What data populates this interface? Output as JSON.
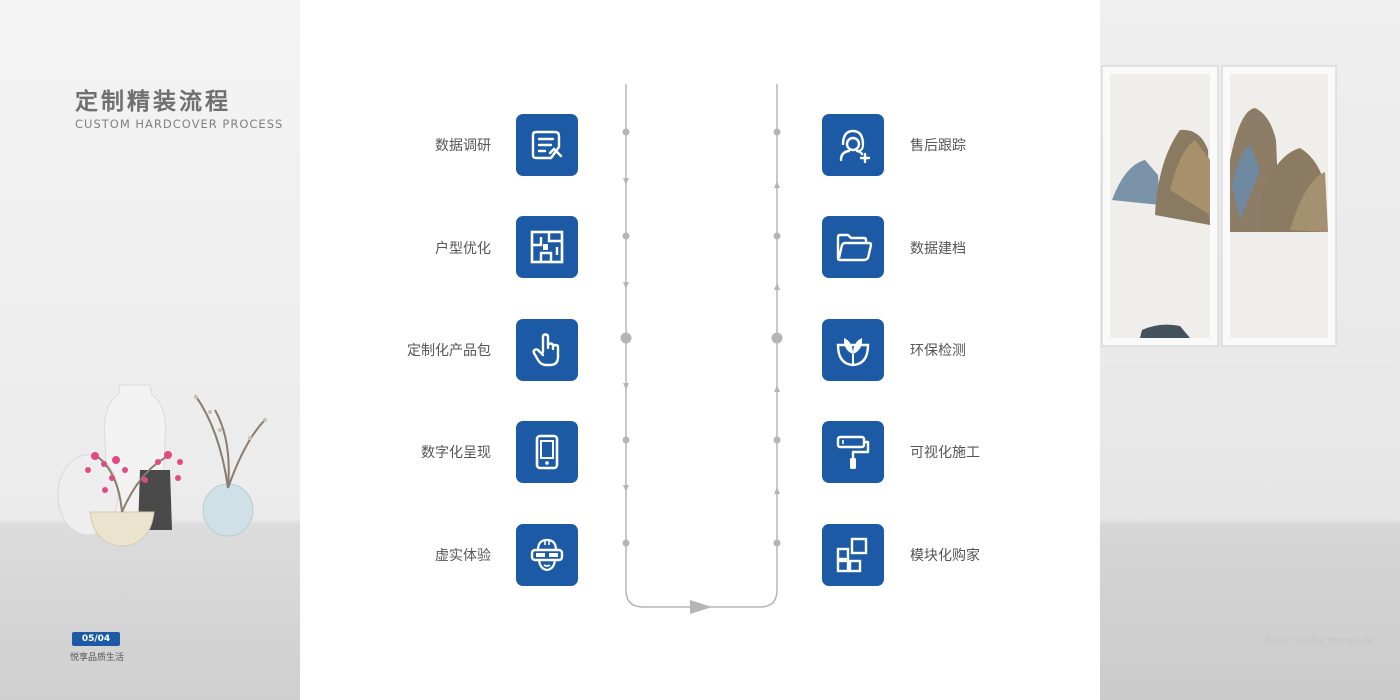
{
  "header": {
    "title_cn": "定制精装流程",
    "title_en": "CUSTOM HARDCOVER PROCESS"
  },
  "footer": {
    "page_badge": "05/04",
    "slogan": "悦享品质生活",
    "right_slogan": "Enjoy Quality Home Life"
  },
  "flow": {
    "left_steps": [
      {
        "label": "数据调研",
        "icon": "survey-document-icon"
      },
      {
        "label": "户型优化",
        "icon": "floor-plan-icon"
      },
      {
        "label": "定制化产品包",
        "icon": "hand-pointer-icon"
      },
      {
        "label": "数字化呈现",
        "icon": "tablet-icon"
      },
      {
        "label": "虚实体验",
        "icon": "vr-headset-icon"
      }
    ],
    "right_steps": [
      {
        "label": "售后跟踪",
        "icon": "customer-service-icon"
      },
      {
        "label": "数据建档",
        "icon": "folder-icon"
      },
      {
        "label": "环保检测",
        "icon": "leaf-icon"
      },
      {
        "label": "可视化施工",
        "icon": "paint-roller-icon"
      },
      {
        "label": "模块化购家",
        "icon": "modules-icon"
      }
    ]
  },
  "colors": {
    "accent": "#1c5aa6",
    "connector": "#b5b5b5",
    "label_text": "#555555"
  }
}
